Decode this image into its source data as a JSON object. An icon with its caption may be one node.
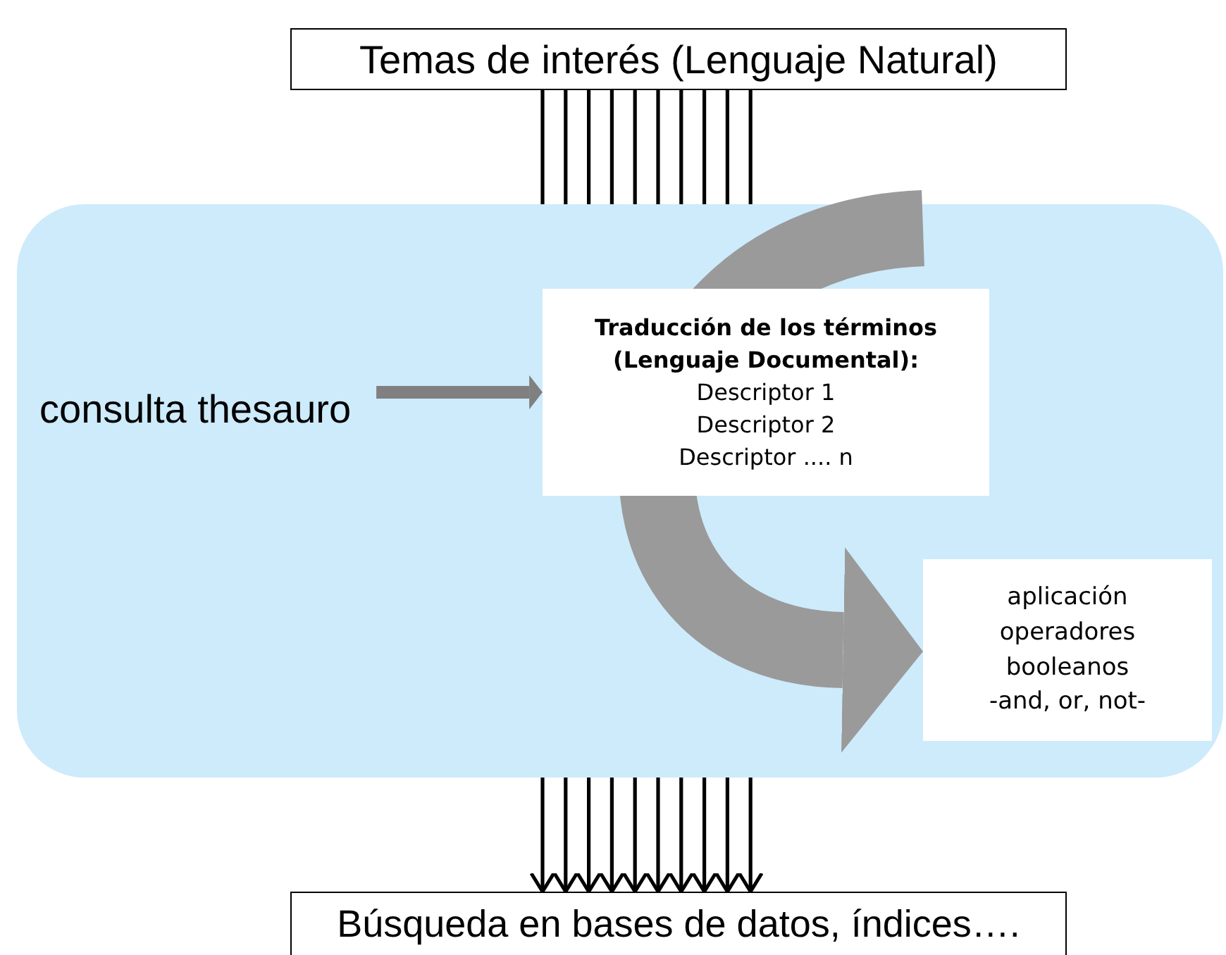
{
  "diagram": {
    "nodes": [
      {
        "text": [
          "Temas de interés (Lenguaje Natural)"
        ]
      },
      {
        "text": [],
        "shape": "box"
      },
      {
        "text": [
          "consulta thesauro"
        ],
        "in": 1
      },
      {
        "text": [
          "Traducción de los términos (Lenguaje Documental):",
          "Descriptor 1",
          "Descriptor 2",
          "Descriptor .... n"
        ],
        "in": 1
      },
      {
        "text": [
          "aplicación operadores booleanos -and, or, not-"
        ],
        "in": 1
      },
      {
        "text": [
          "Búsqueda en bases de datos, índices…."
        ]
      }
    ],
    "edges": [
      {
        "from": 0,
        "to": 1,
        "arrow": "none"
      },
      {
        "from": 0,
        "to": 1,
        "arrow": "none"
      },
      {
        "from": 0,
        "to": 1,
        "arrow": "none"
      },
      {
        "from": 0,
        "to": 1,
        "arrow": "none"
      },
      {
        "from": 0,
        "to": 1,
        "arrow": "none"
      },
      {
        "from": 0,
        "to": 1,
        "arrow": "none"
      },
      {
        "from": 0,
        "to": 1,
        "arrow": "none"
      },
      {
        "from": 0,
        "to": 1,
        "arrow": "none"
      },
      {
        "from": 0,
        "to": 1,
        "arrow": "none"
      },
      {
        "from": 0,
        "to": 1,
        "arrow": "none"
      },
      {
        "from": 2,
        "to": 3,
        "arrow": "to",
        "style": "thick",
        "color": "#808080"
      },
      {
        "from": null,
        "to": 4,
        "arrow": "to",
        "style": "thick",
        "color": "#9a9a9a"
      },
      {
        "from": 1,
        "to": 5,
        "arrow": "to"
      },
      {
        "from": 1,
        "to": 5,
        "arrow": "to"
      },
      {
        "from": 1,
        "to": 5,
        "arrow": "to"
      },
      {
        "from": 1,
        "to": 5,
        "arrow": "to"
      },
      {
        "from": 1,
        "to": 5,
        "arrow": "to"
      },
      {
        "from": 1,
        "to": 5,
        "arrow": "to"
      },
      {
        "from": 1,
        "to": 5,
        "arrow": "to"
      },
      {
        "from": 1,
        "to": 5,
        "arrow": "to"
      },
      {
        "from": 1,
        "to": 5,
        "arrow": "to"
      },
      {
        "from": 1,
        "to": 5,
        "arrow": "to"
      }
    ]
  }
}
